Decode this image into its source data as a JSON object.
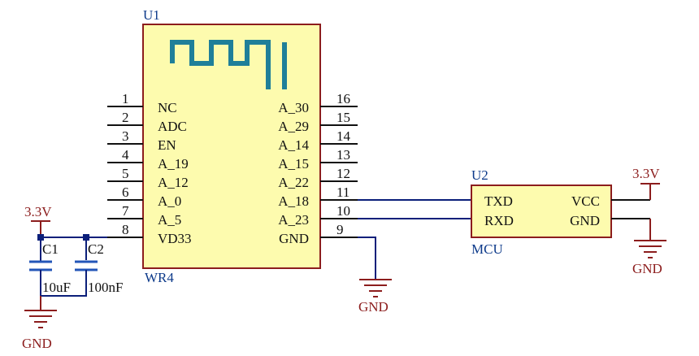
{
  "u1": {
    "designator": "U1",
    "part": "WR4",
    "left_pins": [
      {
        "num": "1",
        "name": "NC"
      },
      {
        "num": "2",
        "name": "ADC"
      },
      {
        "num": "3",
        "name": "EN"
      },
      {
        "num": "4",
        "name": "A_19"
      },
      {
        "num": "5",
        "name": "A_12"
      },
      {
        "num": "6",
        "name": "A_0"
      },
      {
        "num": "7",
        "name": "A_5"
      },
      {
        "num": "8",
        "name": "VD33"
      }
    ],
    "right_pins": [
      {
        "num": "16",
        "name": "A_30"
      },
      {
        "num": "15",
        "name": "A_29"
      },
      {
        "num": "14",
        "name": "A_14"
      },
      {
        "num": "13",
        "name": "A_15"
      },
      {
        "num": "12",
        "name": "A_22"
      },
      {
        "num": "11",
        "name": "A_18"
      },
      {
        "num": "10",
        "name": "A_23"
      },
      {
        "num": "9",
        "name": "GND"
      }
    ]
  },
  "u2": {
    "designator": "U2",
    "part": "MCU",
    "pin_txd": "TXD",
    "pin_rxd": "RXD",
    "pin_vcc": "VCC",
    "pin_gnd": "GND"
  },
  "caps": {
    "c1_name": "C1",
    "c1_value": "10uF",
    "c2_name": "C2",
    "c2_value": "100nF"
  },
  "power": {
    "vcc_left": "3.3V",
    "gnd_left": "GND",
    "gnd_u1": "GND",
    "vcc_right": "3.3V",
    "gnd_right": "GND"
  },
  "colors": {
    "body_fill": "#fdfbae",
    "body_stroke": "#8c1d1d",
    "wire": "#0b1f7a",
    "power": "#8c1d1d",
    "capacitor": "#2356b8",
    "antenna": "#1f7f99"
  }
}
